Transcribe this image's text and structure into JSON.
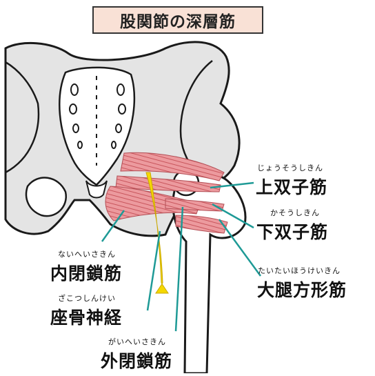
{
  "title": "股関節の深層筋",
  "labels": {
    "superior_gemellus": {
      "name": "上双子筋",
      "reading": "じょうそうしきん"
    },
    "inferior_gemellus": {
      "name": "下双子筋",
      "reading": "かそうしきん"
    },
    "quadratus_femoris": {
      "name": "大腿方形筋",
      "reading": "たいたいほうけいきん"
    },
    "obturator_internus": {
      "name": "内閉鎖筋",
      "reading": "ないへいさきん"
    },
    "sciatic_nerve": {
      "name": "座骨神経",
      "reading": "ざこつしんけい"
    },
    "obturator_externus": {
      "name": "外閉鎖筋",
      "reading": "がいへいさきん"
    }
  },
  "colors": {
    "bone": "#e4e4e4",
    "outline": "#1a1a1a",
    "muscle": "#ec9a9e",
    "nerve": "#f5d800",
    "leader": "#1e9a96",
    "title_bg": "#f9e1d6"
  }
}
